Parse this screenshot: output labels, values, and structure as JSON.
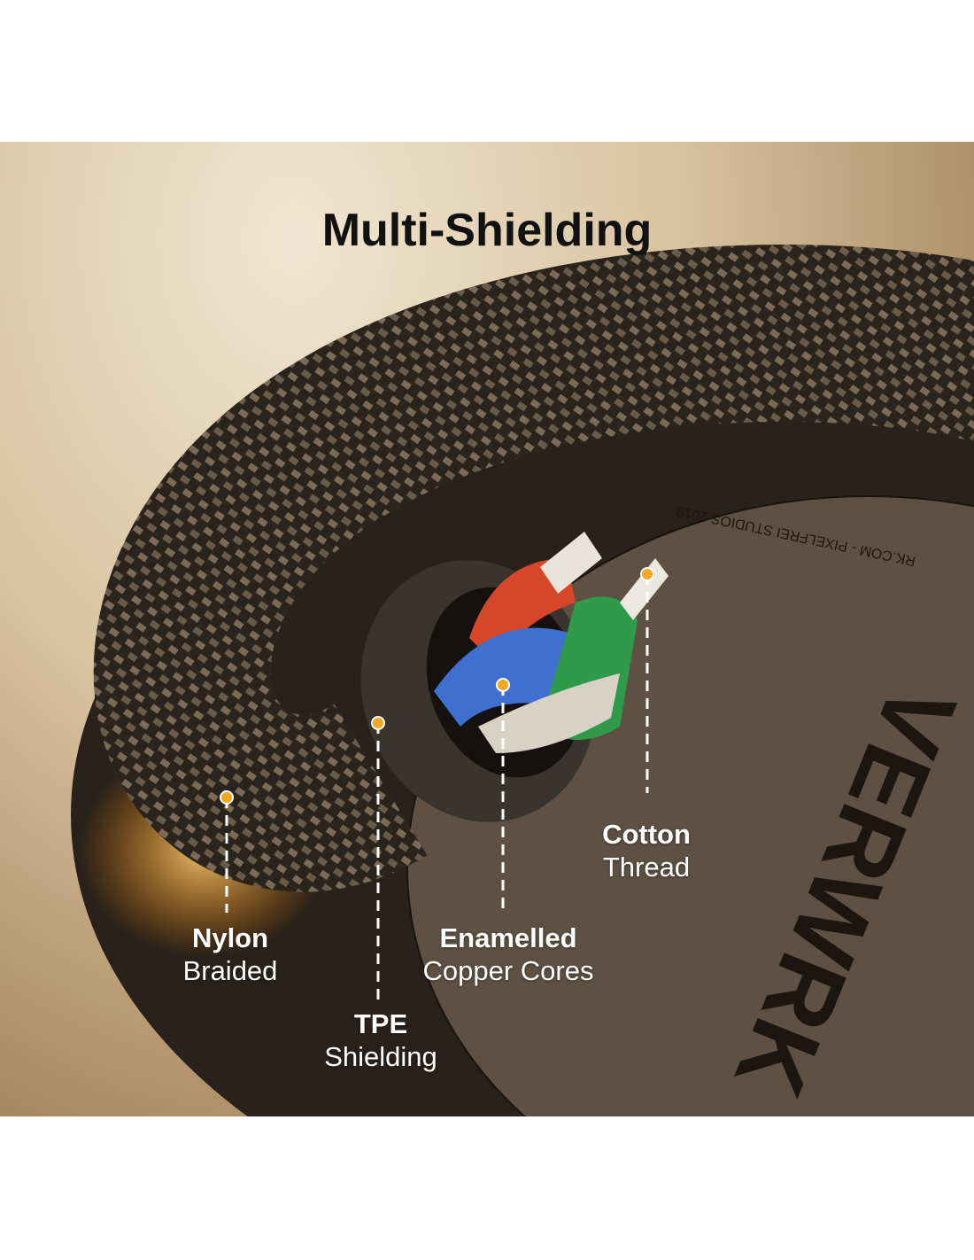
{
  "title": "Multi-Shielding",
  "labels": {
    "nylon": {
      "bold": "Nylon",
      "normal": "Braided"
    },
    "tpe": {
      "bold": "TPE",
      "normal": "Shielding"
    },
    "copper": {
      "bold": "Enamelled",
      "normal": "Copper Cores"
    },
    "cotton": {
      "bold": "Cotton",
      "normal": "Thread"
    }
  },
  "record_label_logo": "VERWRK",
  "record_label_rim_text": "RK.COM - PIXELFREI STUDIOS 2019",
  "colors": {
    "accent_dot": "#f5a623",
    "cable": "#2a2520",
    "background": "#d9c3a0"
  }
}
